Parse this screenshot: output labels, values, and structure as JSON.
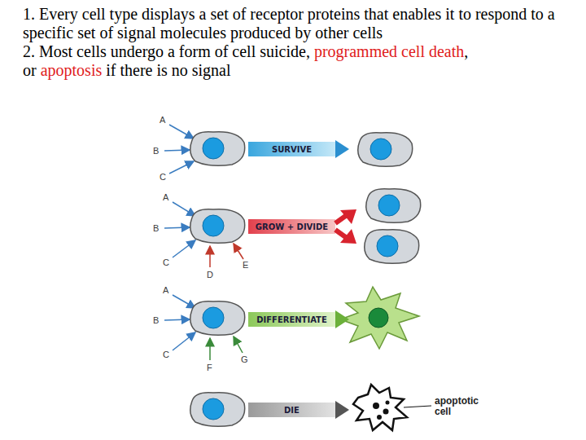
{
  "diagram": {
    "nodes": [
      {
        "text": [
          "SURVIVE"
        ]
      },
      {
        "text": [
          "GROW + DIVIDE"
        ]
      },
      {
        "text": [
          "DIFFERENTIATE"
        ]
      },
      {
        "text": [
          "DIE"
        ]
      }
    ],
    "labels": [
      "1. Every cell type displays a set of receptor proteins that enables it to respond to a specific set of signal molecules produced by other cells",
      "2. Most cells undergo a form of cell suicide,",
      "programmed cell death",
      ",",
      "or",
      "apoptosis",
      "if there is no signal",
      "A",
      "B",
      "C",
      "A",
      "B",
      "C",
      "D",
      "E",
      "A",
      "B",
      "C",
      "F",
      "G",
      "apoptotic cell"
    ]
  }
}
